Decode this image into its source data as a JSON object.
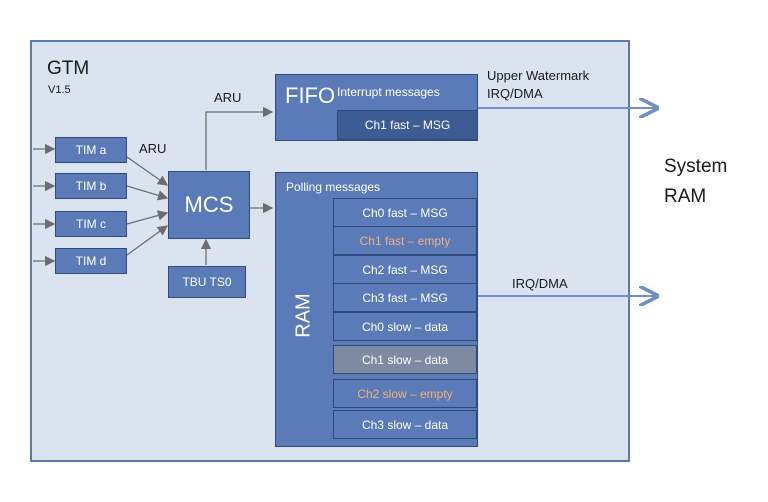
{
  "gtm": {
    "title": "GTM",
    "version": "V1.5"
  },
  "tim": [
    "TIM a",
    "TIM b",
    "TIM c",
    "TIM d"
  ],
  "aru_label_tim": "ARU",
  "aru_label_fifo": "ARU",
  "mcs": "MCS",
  "tbu": "TBU TS0",
  "fifo": {
    "title": "FIFO",
    "subtitle": "Interrupt messages",
    "entry": "Ch1 fast – MSG"
  },
  "upper_watermark": "Upper Watermark",
  "irq_dma_fifo": "IRQ/DMA",
  "ram": {
    "title": "RAM",
    "header": "Polling messages",
    "rows": [
      {
        "label": "Ch0 fast – MSG",
        "state": "full"
      },
      {
        "label": "Ch1 fast – empty",
        "state": "empty"
      },
      {
        "label": "Ch2 fast – MSG",
        "state": "full"
      },
      {
        "label": "Ch3 fast – MSG",
        "state": "full"
      },
      {
        "label": "Ch0 slow – data",
        "state": "full"
      },
      {
        "label": "Ch1 slow – data",
        "state": "grey"
      },
      {
        "label": "Ch2 slow – empty",
        "state": "empty"
      },
      {
        "label": "Ch3 slow – data",
        "state": "full"
      }
    ]
  },
  "irq_dma_ram": "IRQ/DMA",
  "system_ram": [
    "System",
    "RAM"
  ],
  "colors": {
    "block": "#5b7ab8",
    "frame": "#dbe3f0",
    "empty_text": "#f2b27a",
    "arrow": "#6f8fc6"
  }
}
